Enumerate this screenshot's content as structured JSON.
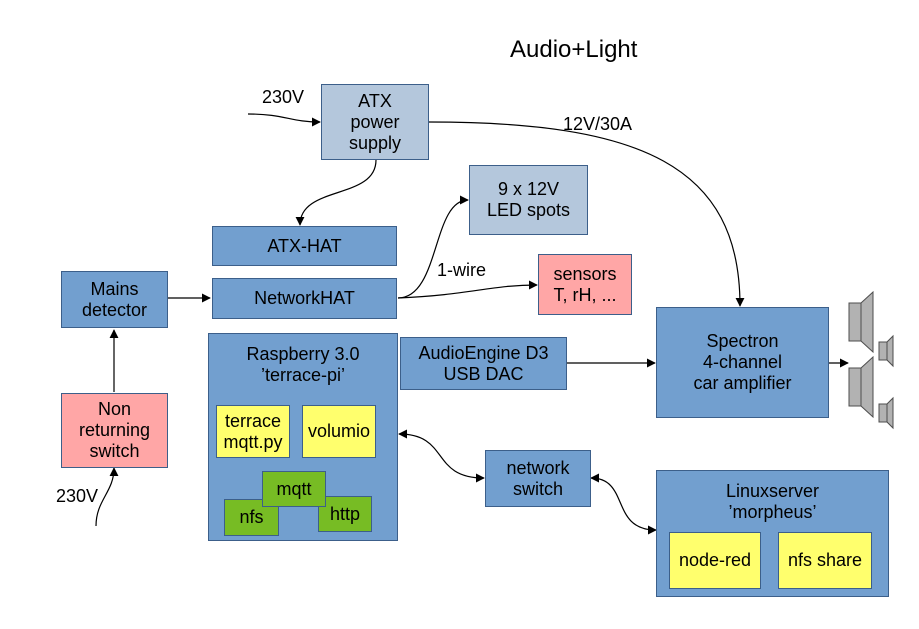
{
  "title": "Audio+Light",
  "colors": {
    "dark_blue": "#729fcf",
    "light_blue": "#b4c7dc",
    "pink": "#ffa6a6",
    "yellow": "#ffff6d",
    "green": "#77bc24",
    "gray_speaker": "#b2b2b2"
  },
  "nodes": {
    "atx_psu": [
      "ATX",
      "power",
      "supply"
    ],
    "atx_hat": "ATX-HAT",
    "led_spots": [
      "9 x 12V",
      "LED spots"
    ],
    "sensors": [
      "sensors",
      "T, rH, ..."
    ],
    "mains_detector": [
      "Mains",
      "detector"
    ],
    "network_hat": "NetworkHAT",
    "switch": [
      "Non",
      "returning",
      "switch"
    ],
    "raspberry": [
      "Raspberry 3.0",
      "’terrace-pi’"
    ],
    "terrace_mqtt": [
      "terrace",
      "mqtt.py"
    ],
    "volumio": "volumio",
    "mqtt": "mqtt",
    "nfs": "nfs",
    "http": "http",
    "audioengine": [
      "AudioEngine D3",
      "USB DAC"
    ],
    "spectron": [
      "Spectron",
      "4-channel",
      "car amplifier"
    ],
    "network_switch": [
      "network",
      "switch"
    ],
    "linuxserver": [
      "Linuxserver",
      "’morpheus’"
    ],
    "node_red": "node-red",
    "nfs_share": "nfs share"
  },
  "labels": {
    "v230_top": "230V",
    "v230_bottom": "230V",
    "power_12v": "12V/30A",
    "one_wire": "1-wire"
  }
}
